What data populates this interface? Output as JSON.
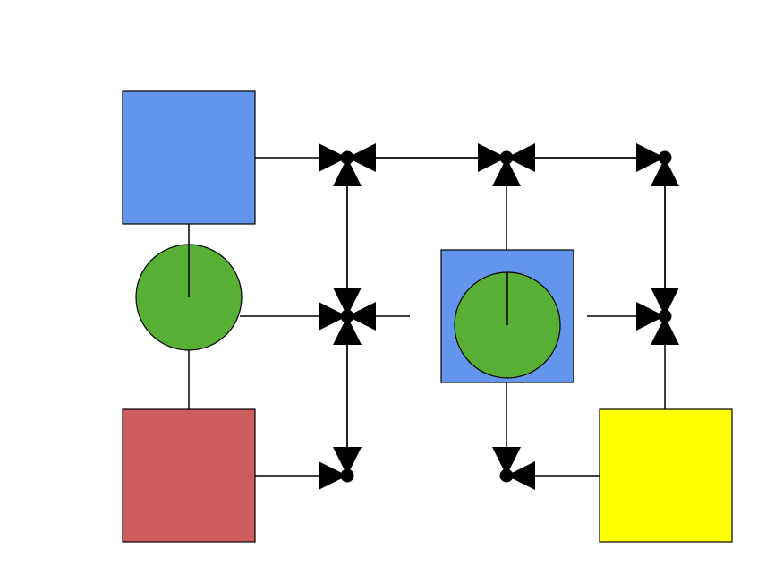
{
  "diagram": {
    "colors": {
      "blue": "#6495ED",
      "green": "#57B035",
      "red": "#CD5C5C",
      "yellow": "#FFFF00",
      "stroke": "#000000",
      "background": "#FFFFFF"
    },
    "nodes": [
      {
        "id": "blue-square-top-left",
        "shape": "square",
        "color": "blue"
      },
      {
        "id": "green-circle-left",
        "shape": "circle",
        "color": "green"
      },
      {
        "id": "red-square-bottom-left",
        "shape": "square",
        "color": "red"
      },
      {
        "id": "blue-square-center",
        "shape": "square",
        "color": "blue"
      },
      {
        "id": "green-circle-center",
        "shape": "circle",
        "color": "green"
      },
      {
        "id": "yellow-square-bottom-right",
        "shape": "square",
        "color": "yellow"
      }
    ],
    "junctions": [
      {
        "id": "j1"
      },
      {
        "id": "j2"
      },
      {
        "id": "j3"
      },
      {
        "id": "j4"
      },
      {
        "id": "j5"
      },
      {
        "id": "j6"
      },
      {
        "id": "j7"
      },
      {
        "id": "j8"
      }
    ],
    "edges": [
      {
        "from": "blue-square-top-left",
        "to": "j1",
        "arrow": true
      },
      {
        "from": "j2",
        "to": "j1",
        "arrow": true
      },
      {
        "from": "j1",
        "to": "j2",
        "arrow": true
      },
      {
        "from": "j3",
        "to": "j2",
        "arrow": true
      },
      {
        "from": "j2",
        "to": "j3",
        "arrow": true
      },
      {
        "from": "j4",
        "to": "j1",
        "arrow": true
      },
      {
        "from": "j1",
        "to": "j4",
        "arrow": true
      },
      {
        "from": "green-circle-left",
        "to": "j4",
        "arrow": true
      },
      {
        "from": "j4",
        "to": "j7",
        "arrow": true
      },
      {
        "from": "j7",
        "to": "j4",
        "arrow": true
      },
      {
        "from": "red-square-bottom-left",
        "to": "j7",
        "arrow": true
      },
      {
        "from": "blue-square-center",
        "to": "j2",
        "arrow": true
      },
      {
        "from": "blue-square-center",
        "to": "j4",
        "arrow": true
      },
      {
        "from": "blue-square-center",
        "to": "j6",
        "arrow": true
      },
      {
        "from": "blue-square-center",
        "to": "j8",
        "arrow": true
      },
      {
        "from": "j6",
        "to": "j3",
        "arrow": true
      },
      {
        "from": "j3",
        "to": "j6",
        "arrow": true
      },
      {
        "from": "yellow-square-bottom-right",
        "to": "j6",
        "arrow": true
      },
      {
        "from": "yellow-square-bottom-right",
        "to": "j8",
        "arrow": true
      },
      {
        "from": "blue-square-top-left",
        "to": "green-circle-left",
        "arrow": false
      },
      {
        "from": "green-circle-left",
        "to": "red-square-bottom-left",
        "arrow": false
      }
    ]
  }
}
